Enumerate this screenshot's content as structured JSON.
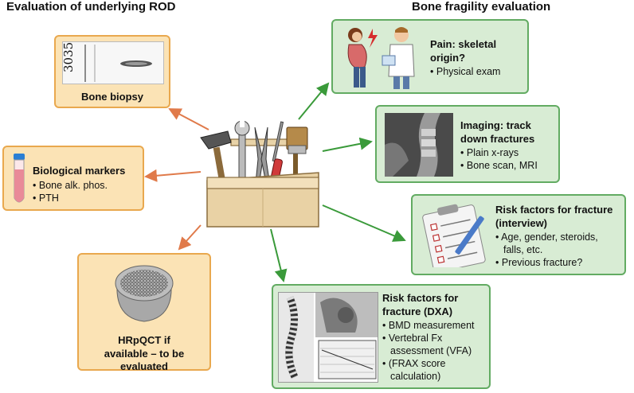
{
  "headings": {
    "left": "Evaluation of underlying ROD",
    "right": "Bone fragility evaluation"
  },
  "left_boxes": {
    "biopsy": {
      "title": "Bone biopsy",
      "sample_label": "3035"
    },
    "markers": {
      "title": "Biological markers",
      "items": [
        "Bone alk. phos.",
        "PTH"
      ]
    },
    "hrpqct": {
      "title": "HRpQCT if available – to be evaluated"
    }
  },
  "right_boxes": {
    "pain": {
      "title": "Pain: skeletal origin?",
      "items": [
        "Physical exam"
      ]
    },
    "imaging": {
      "title": "Imaging: track down fractures",
      "items": [
        "Plain x-rays",
        "Bone scan, MRI"
      ]
    },
    "interview": {
      "title": "Risk factors for fracture (interview)",
      "items": [
        "Age, gender, steroids, falls, etc.",
        "Previous fracture?"
      ]
    },
    "dxa": {
      "title": "Risk factors for fracture (DXA)",
      "items": [
        "BMD measurement",
        "Vertebral Fx assessment (VFA)",
        "(FRAX score calculation)"
      ]
    }
  },
  "colors": {
    "orange_arrow": "#e07a4a",
    "green_arrow": "#3a9a3a",
    "orange_border": "#e9a84e",
    "green_border": "#62ab62"
  },
  "icons": [
    "toolbox-icon",
    "hammer-icon",
    "wrench-icon",
    "pliers-icon",
    "screwdriver-icon",
    "brush-icon",
    "test-tube-icon",
    "doctor-patient-icon",
    "xray-icon",
    "clipboard-icon",
    "dxa-scan-icon",
    "hrpqct-bone-icon",
    "biopsy-slide-icon"
  ]
}
